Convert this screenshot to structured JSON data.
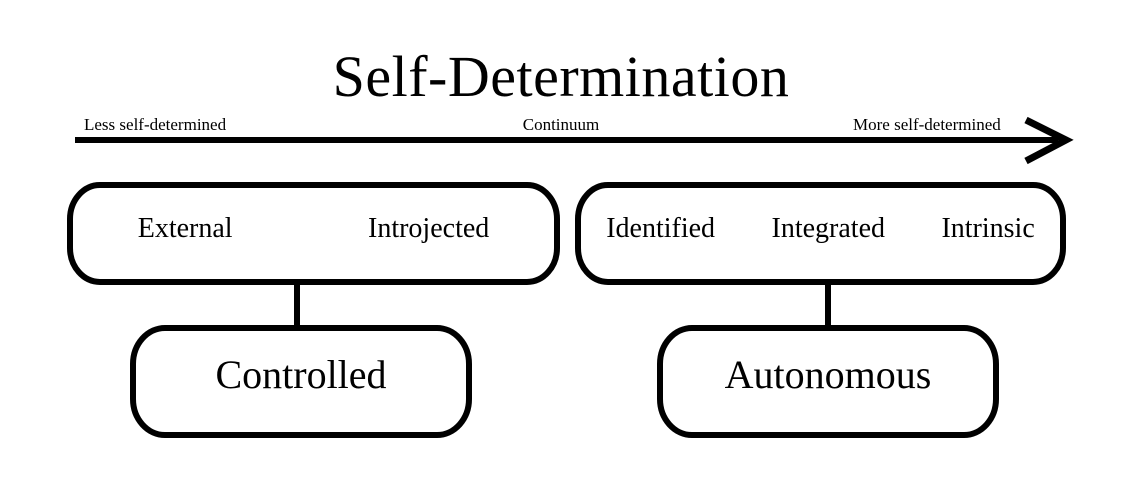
{
  "figure": {
    "title": "Self-Determination",
    "subtitle": "Continuum",
    "axis": {
      "left_label": "Less self-determined",
      "right_label": "More self-determined",
      "arrow_direction": "right"
    },
    "stroke_color": "#000000",
    "background_color": "#ffffff"
  },
  "groups": [
    {
      "id": "controlled",
      "summary_label": "Controlled",
      "regulations": [
        {
          "label": "External"
        },
        {
          "label": "Introjected"
        }
      ]
    },
    {
      "id": "autonomous",
      "summary_label": "Autonomous",
      "regulations": [
        {
          "label": "Identified"
        },
        {
          "label": "Integrated"
        },
        {
          "label": "Intrinsic"
        }
      ]
    }
  ],
  "chart_data": {
    "type": "diagram",
    "title": "Self-Determination",
    "subtitle": "Continuum",
    "axis_low": "Less self-determined",
    "axis_high": "More self-determined",
    "categories": [
      "External",
      "Introjected",
      "Identified",
      "Integrated",
      "Intrinsic"
    ],
    "groupings": [
      {
        "name": "Controlled",
        "members": [
          "External",
          "Introjected"
        ]
      },
      {
        "name": "Autonomous",
        "members": [
          "Identified",
          "Integrated",
          "Intrinsic"
        ]
      }
    ]
  }
}
